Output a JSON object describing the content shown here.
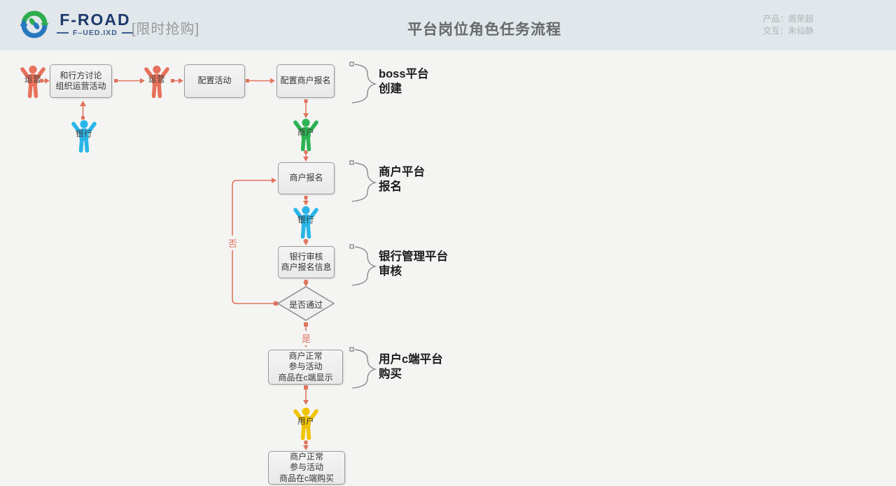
{
  "header": {
    "brand": {
      "name": "F-ROAD",
      "sub": "F–UED.IXD"
    },
    "promo": "[限时抢购]",
    "title": "平台岗位角色任务流程",
    "credits": {
      "product": "产品：周荣超",
      "interaction": "交互：朱仙静"
    }
  },
  "colors": {
    "operator": "#E8715B",
    "bank": "#29B5E8",
    "merchant": "#2CB353",
    "user": "#F0C300",
    "arrow": "#E0745E",
    "header_bg": "#E1E7EA",
    "canvas_bg": "#F4F4F3"
  },
  "flow": {
    "persons": [
      {
        "role": "operator",
        "label": "运营"
      },
      {
        "role": "operator",
        "label": "运营"
      },
      {
        "role": "bank",
        "label": "银行"
      },
      {
        "role": "merchant",
        "label": "商户"
      },
      {
        "role": "bank",
        "label": "银行"
      },
      {
        "role": "user",
        "label": "用户"
      }
    ],
    "boxes": [
      {
        "lines": [
          "和行方讨论",
          "组织运营活动"
        ]
      },
      {
        "lines": [
          "配置活动"
        ]
      },
      {
        "lines": [
          "配置商户报名"
        ]
      },
      {
        "lines": [
          "商户报名"
        ]
      },
      {
        "lines": [
          "银行审核",
          "商户报名信息"
        ]
      },
      {
        "lines": [
          "商户正常",
          "参与活动",
          "商品在c端显示"
        ]
      },
      {
        "lines": [
          "商户正常",
          "参与活动",
          "商品在c端购买"
        ]
      }
    ],
    "decision": {
      "label": "是否通过",
      "yes": "是",
      "no": "否"
    },
    "annotations": [
      {
        "lines": [
          "boss平台",
          "创建"
        ]
      },
      {
        "lines": [
          "商户平台",
          "报名"
        ]
      },
      {
        "lines": [
          "银行管理平台",
          "审核"
        ]
      },
      {
        "lines": [
          "用户c端平台",
          "购买"
        ]
      }
    ]
  }
}
